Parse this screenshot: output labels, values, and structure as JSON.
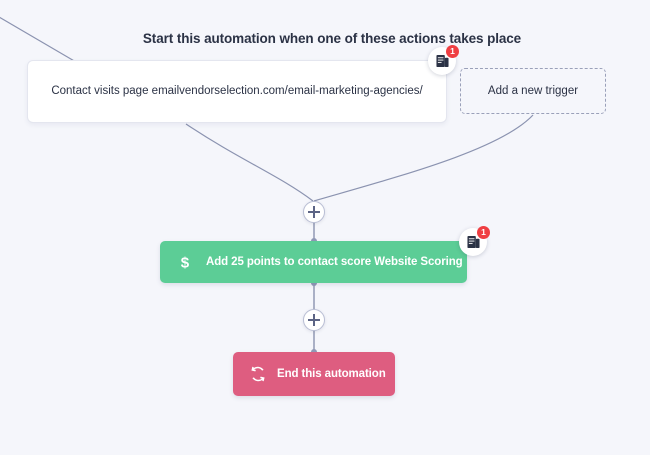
{
  "canvas": {
    "background_color": "#f5f6fb",
    "wire_color": "#8b93b0"
  },
  "headline": {
    "text": "Start this automation when one of these actions takes place"
  },
  "trigger": {
    "card_text": "Contact visits page emailvendorselection.com/email-marketing-agencies/",
    "notification": {
      "icon": "notes-icon",
      "count": "1",
      "badge_color": "#ef3e42"
    }
  },
  "add_trigger": {
    "label": "Add a new trigger"
  },
  "plus_buttons": [
    {
      "name": "add-step-above-action",
      "label": "+"
    },
    {
      "name": "add-step-below-action",
      "label": "+"
    }
  ],
  "action_node": {
    "label": "Add 25 points to contact score Website Scoring",
    "icon": "dollar-icon",
    "color": "#5ccd96",
    "notification": {
      "icon": "notes-icon",
      "count": "1",
      "badge_color": "#ef3e42"
    }
  },
  "end_node": {
    "label": "End this automation",
    "icon": "cycle-icon",
    "color": "#de5d80"
  }
}
